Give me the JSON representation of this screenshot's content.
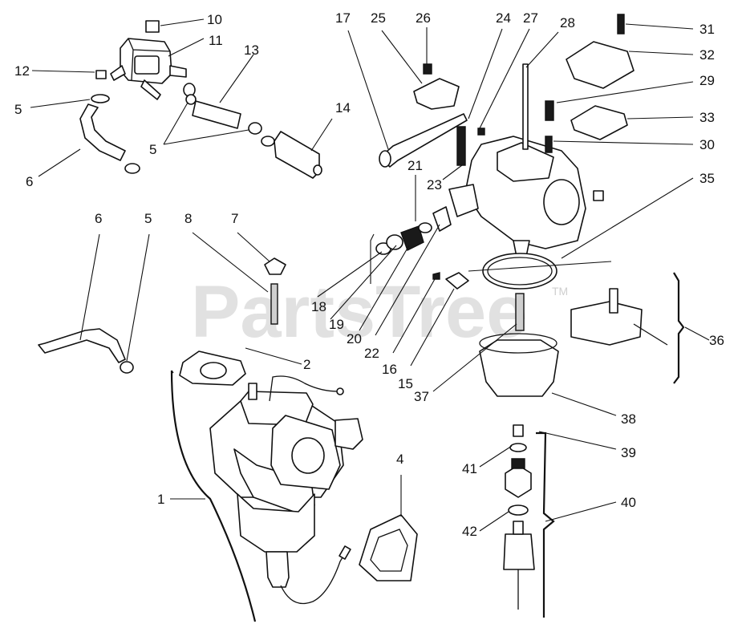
{
  "watermark": {
    "text": "PartsTree",
    "trademark": "TM"
  },
  "labels": {
    "l1": "1",
    "l2": "2",
    "l4": "4",
    "l5a": "5",
    "l5b": "5",
    "l5c": "5",
    "l6a": "6",
    "l6b": "6",
    "l7": "7",
    "l8": "8",
    "l10": "10",
    "l11": "11",
    "l12": "12",
    "l13": "13",
    "l14": "14",
    "l15": "15",
    "l16": "16",
    "l17": "17",
    "l18": "18",
    "l19": "19",
    "l20": "20",
    "l21": "21",
    "l22": "22",
    "l23": "23",
    "l24": "24",
    "l25": "25",
    "l26": "26",
    "l27": "27",
    "l28": "28",
    "l29": "29",
    "l30": "30",
    "l31": "31",
    "l32": "32",
    "l33": "33",
    "l35": "35",
    "l36": "36",
    "l37": "37",
    "l38": "38",
    "l39": "39",
    "l40": "40",
    "l41": "41",
    "l42": "42"
  }
}
